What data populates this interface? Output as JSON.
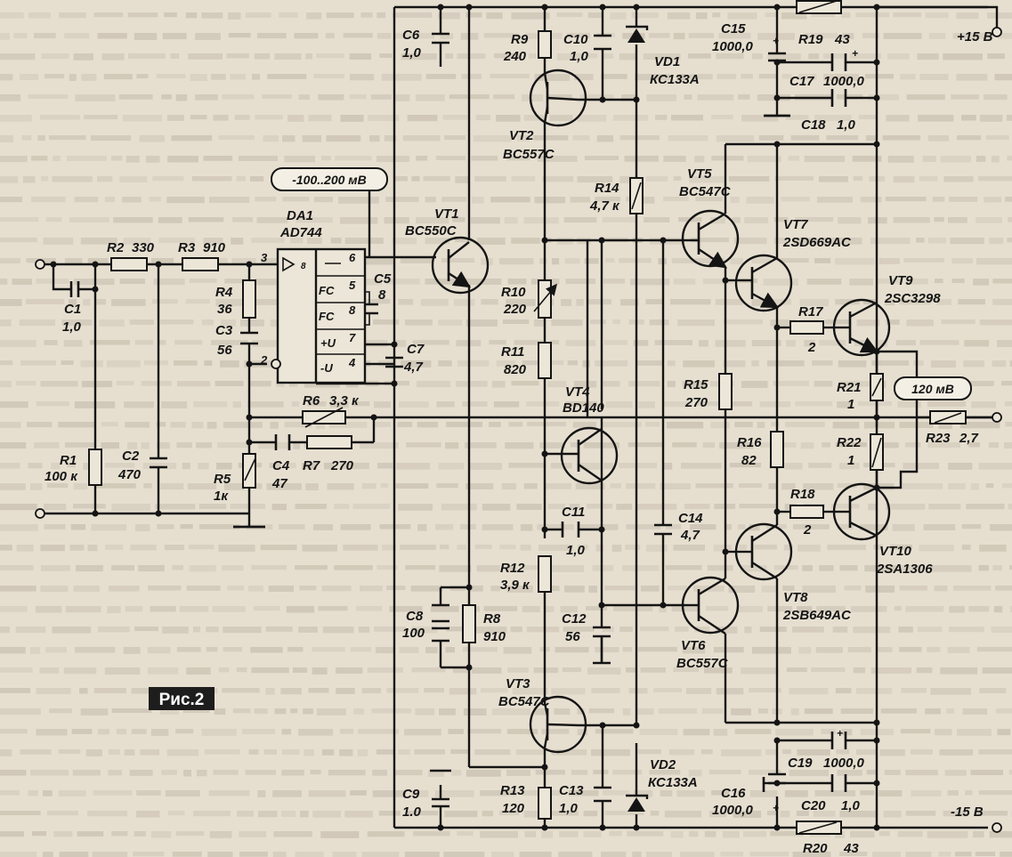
{
  "figure_label": "Рис.2",
  "supply": {
    "pos": "+15 В",
    "neg": "-15 В"
  },
  "annotations": {
    "input_offset": "-100..200 мВ",
    "output_bias": "120 мВ"
  },
  "ic": {
    "ref": "DA1",
    "part": "AD744",
    "pins": {
      "in_plus": "3",
      "in_minus": "2",
      "out": "6",
      "fc1": "5",
      "fc2": "8",
      "vpos": "7",
      "vneg": "4",
      "p8": "8"
    },
    "labels": {
      "fc1": "FC",
      "fc2": "FC",
      "vpos": "+U",
      "vneg": "-U"
    }
  },
  "resistors": [
    {
      "ref": "R1",
      "val": "100 к"
    },
    {
      "ref": "R2",
      "val": "330"
    },
    {
      "ref": "R3",
      "val": "910"
    },
    {
      "ref": "R4",
      "val": "36"
    },
    {
      "ref": "R5",
      "val": "1к"
    },
    {
      "ref": "R6",
      "val": "3,3 к"
    },
    {
      "ref": "R7",
      "val": "270"
    },
    {
      "ref": "R8",
      "val": "910"
    },
    {
      "ref": "R9",
      "val": "240"
    },
    {
      "ref": "R10",
      "val": "220"
    },
    {
      "ref": "R11",
      "val": "820"
    },
    {
      "ref": "R12",
      "val": "3,9 к"
    },
    {
      "ref": "R13",
      "val": "120"
    },
    {
      "ref": "R14",
      "val": "4,7 к"
    },
    {
      "ref": "R15",
      "val": "270"
    },
    {
      "ref": "R16",
      "val": "82"
    },
    {
      "ref": "R17",
      "val": "2"
    },
    {
      "ref": "R18",
      "val": "2"
    },
    {
      "ref": "R19",
      "val": "43"
    },
    {
      "ref": "R20",
      "val": "43"
    },
    {
      "ref": "R21",
      "val": "1"
    },
    {
      "ref": "R22",
      "val": "1"
    },
    {
      "ref": "R23",
      "val": "2,7"
    }
  ],
  "capacitors": [
    {
      "ref": "C1",
      "val": "1,0"
    },
    {
      "ref": "C2",
      "val": "470"
    },
    {
      "ref": "C3",
      "val": "56"
    },
    {
      "ref": "C4",
      "val": "47"
    },
    {
      "ref": "C5",
      "val": "8"
    },
    {
      "ref": "C6",
      "val": "1,0"
    },
    {
      "ref": "C7",
      "val": "4,7"
    },
    {
      "ref": "C8",
      "val": "100"
    },
    {
      "ref": "C9",
      "val": "1.0"
    },
    {
      "ref": "C10",
      "val": "1,0"
    },
    {
      "ref": "C11",
      "val": "1,0"
    },
    {
      "ref": "C12",
      "val": "56"
    },
    {
      "ref": "C13",
      "val": "1,0"
    },
    {
      "ref": "C14",
      "val": "4,7"
    },
    {
      "ref": "C15",
      "val": "1000,0"
    },
    {
      "ref": "C16",
      "val": "1000,0"
    },
    {
      "ref": "C17",
      "val": "1000,0"
    },
    {
      "ref": "C18",
      "val": "1,0"
    },
    {
      "ref": "C19",
      "val": "1000,0"
    },
    {
      "ref": "C20",
      "val": "1,0"
    }
  ],
  "transistors": [
    {
      "ref": "VT1",
      "part": "BC550C"
    },
    {
      "ref": "VT2",
      "part": "BC557C"
    },
    {
      "ref": "VT3",
      "part": "BC547C"
    },
    {
      "ref": "VT4",
      "part": "BD140"
    },
    {
      "ref": "VT5",
      "part": "BC547C"
    },
    {
      "ref": "VT6",
      "part": "BC557C"
    },
    {
      "ref": "VT7",
      "part": "2SD669AC"
    },
    {
      "ref": "VT8",
      "part": "2SB649AC"
    },
    {
      "ref": "VT9",
      "part": "2SC3298"
    },
    {
      "ref": "VT10",
      "part": "2SA1306"
    }
  ],
  "diodes": [
    {
      "ref": "VD1",
      "part": "КС133А"
    },
    {
      "ref": "VD2",
      "part": "КС133А"
    }
  ],
  "colors": {
    "ink": "#141414",
    "paper": "#e6dfd0",
    "label_bg": "#1d1d1d",
    "label_fg": "#ffffff"
  }
}
